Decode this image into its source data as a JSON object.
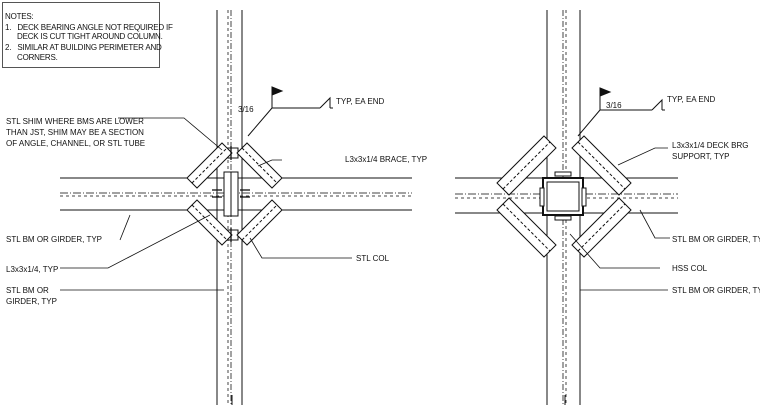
{
  "notes": {
    "title": "NOTES:",
    "items": [
      {
        "num": "1.",
        "line1": "DECK BEARING ANGLE NOT REQUIRED IF",
        "line2": "DECK IS CUT TIGHT AROUND COLUMN."
      },
      {
        "num": "2.",
        "line1": "SIMILAR AT BUILDING PERIMETER AND",
        "line2": "CORNERS."
      }
    ]
  },
  "left_detail": {
    "weld_size": "3/16",
    "weld_note": "TYP, EA END",
    "shim_note": [
      "STL SHIM WHERE BMS ARE LOWER",
      "THAN JST, SHIM MAY BE A SECTION",
      "OF ANGLE, CHANNEL, OR STL TUBE"
    ],
    "brace_label": "L3x3x1/4 BRACE, TYP",
    "beam_label": "STL BM OR GIRDER, TYP",
    "angle_label": "L3x3x1/4, TYP",
    "column_label": "STL COL",
    "bm_girder_label": [
      "STL BM OR",
      "GIRDER, TYP"
    ]
  },
  "right_detail": {
    "weld_size": "3/16",
    "weld_note": "TYP, EA END",
    "deck_label": [
      "L3x3x1/4 DECK BRG",
      "SUPPORT, TYP"
    ],
    "beam_label": "STL BM OR GIRDER, TYP",
    "column_label": "HSS COL",
    "bm_girder_label": "STL BM OR GIRDER, TYP"
  },
  "colors": {
    "line": "#111111",
    "hidden": "#444444"
  }
}
